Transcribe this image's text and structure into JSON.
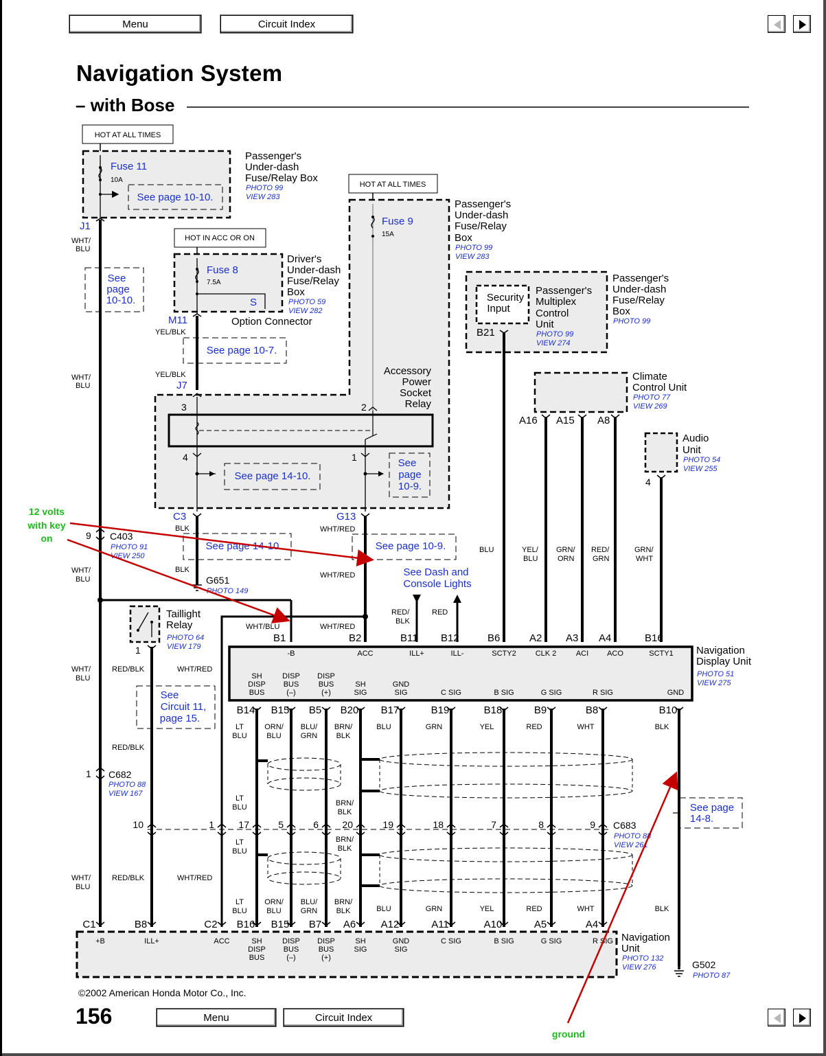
{
  "nav": {
    "menu_label": "Menu",
    "circuit_index_label": "Circuit Index",
    "prev_icon": "left-arrow-icon",
    "next_icon": "right-arrow-icon"
  },
  "title": "Navigation System",
  "subtitle": "with Bose",
  "page_number": "156",
  "copyright": "©2002 American Honda Motor Co., Inc.",
  "colors": {
    "link": "#1a2fcc",
    "annotation": "#1fb81f",
    "arrow": "#c40000",
    "box_fill": "#ececec"
  },
  "power_sources": {
    "hot1": "HOT AT ALL TIMES",
    "hot2": "HOT IN ACC OR ON",
    "hot3": "HOT AT ALL TIMES"
  },
  "fuse_boxes": {
    "fuse11": {
      "name": "Fuse 11",
      "rating": "10A",
      "see": "See page 10-10.",
      "l1": "Passenger's",
      "l2": "Under-dash",
      "l3": "Fuse/Relay Box",
      "photo": "PHOTO 99",
      "view": "VIEW 283"
    },
    "fuse8": {
      "name": "Fuse 8",
      "rating": "7.5A",
      "s": "S",
      "l1": "Driver's",
      "l2": "Under-dash",
      "l3": "Fuse/Relay",
      "l4": "Box",
      "photo": "PHOTO 59",
      "view": "VIEW 282",
      "option": "Option Connector"
    },
    "fuse9": {
      "name": "Fuse 9",
      "rating": "15A",
      "l1": "Passenger's",
      "l2": "Under-dash",
      "l3": "Fuse/Relay",
      "l4": "Box",
      "photo": "PHOTO 99",
      "view": "VIEW 283"
    }
  },
  "relay": {
    "l1": "Accessory",
    "l2": "Power",
    "l3": "Socket",
    "l4": "Relay",
    "p3": "3",
    "p2": "2",
    "p4": "4",
    "p1": "1",
    "see1": "See page 14-10.",
    "see2a": "See",
    "see2b": "page",
    "see2c": "10-9."
  },
  "connectors": {
    "J1": "J1",
    "M11": "M11",
    "J7": "J7",
    "C3": "C3",
    "G13": "G13",
    "C403": "C403",
    "C403_pin": "9",
    "C403_photo": "PHOTO 91",
    "C403_view": "VIEW 250",
    "G651": "G651",
    "G651_photo": "PHOTO 149",
    "C682": "C682",
    "C682_pin": "1",
    "C682_photo": "PHOTO 88",
    "C682_view": "VIEW 167",
    "C683": "C683",
    "C683_photo": "PHOTO 88",
    "C683_view": "VIEW 261",
    "G502": "G502",
    "G502_photo": "PHOTO 87"
  },
  "wire_colors": {
    "j1a": "WHT/",
    "j1b": "BLU",
    "yelblk": "YEL/BLK",
    "whtred": "WHT/RED",
    "blk": "BLK",
    "whtblu_a": "WHT/",
    "whtblu_b": "BLU",
    "whtblu": "WHT/BLU",
    "redblk": "RED/BLK"
  },
  "see_refs": {
    "s1010a": "See",
    "s1010b": "page",
    "s1010c": "10-10.",
    "s107": "See page 10-7.",
    "s1410": "See page 14-10.",
    "s109": "See page 10-9.",
    "dash1": "See Dash and",
    "dash2": "Console Lights",
    "c11a": "See",
    "c11b": "Circuit 11,",
    "c11c": "page 15.",
    "s148a": "See page",
    "s148b": "14-8."
  },
  "security": {
    "in1": "Security",
    "in2": "Input",
    "l1": "Passenger's",
    "l2": "Multiplex",
    "l3": "Control",
    "l4": "Unit",
    "photo": "PHOTO 99",
    "view": "VIEW 274",
    "pin": "B21",
    "r1": "Passenger's",
    "r2": "Under-dash",
    "r3": "Fuse/Relay",
    "r4": "Box",
    "rphoto": "PHOTO 99"
  },
  "climate": {
    "l1": "Climate",
    "l2": "Control Unit",
    "photo": "PHOTO 77",
    "view": "VIEW 269",
    "a16": "A16",
    "a15": "A15",
    "a8": "A8"
  },
  "audio": {
    "l1": "Audio",
    "l2": "Unit",
    "photo": "PHOTO 54",
    "view": "VIEW 255",
    "pin": "4"
  },
  "mid_wires": {
    "blu": "BLU",
    "yelblu_a": "YEL/",
    "yelblu_b": "BLU",
    "grnorn_a": "GRN/",
    "grnorn_b": "ORN",
    "redgrn_a": "RED/",
    "redgrn_b": "GRN",
    "grnwht_a": "GRN/",
    "grnwht_b": "WHT",
    "redblk_a": "RED/",
    "redblk_b": "BLK",
    "red": "RED"
  },
  "display_unit": {
    "l1": "Navigation",
    "l2": "Display Unit",
    "photo": "PHOTO 51",
    "view": "VIEW 275",
    "top_pins": [
      "B1",
      "B2",
      "B11",
      "B12",
      "B6",
      "A2",
      "A3",
      "A4",
      "B16"
    ],
    "top_labels": [
      "-B",
      "ACC",
      "ILL+",
      "ILL-",
      "SCTY2",
      "CLK 2",
      "ACI",
      "ACO",
      "SCTY1"
    ],
    "bottom_pins": [
      "B14",
      "B15",
      "B5",
      "B20",
      "B17",
      "B19",
      "B18",
      "B9",
      "B8",
      "B10"
    ],
    "bottom_labels": [
      [
        "SH",
        "DISP",
        "BUS"
      ],
      [
        "DISP",
        "BUS",
        "(–)"
      ],
      [
        "DISP",
        "BUS",
        "(+)"
      ],
      [
        "SH",
        "SIG"
      ],
      [
        "GND",
        "SIG"
      ],
      [
        "C SIG"
      ],
      [
        "B SIG"
      ],
      [
        "G SIG"
      ],
      [
        "R SIG"
      ],
      [
        "GND"
      ]
    ]
  },
  "harness": {
    "upper_colors": [
      [
        "LT",
        "BLU"
      ],
      [
        "ORN/",
        "BLU"
      ],
      [
        "BLU/",
        "GRN"
      ],
      [
        "BRN/",
        "BLK"
      ],
      [
        "BLU"
      ],
      [
        "GRN"
      ],
      [
        "YEL"
      ],
      [
        "RED"
      ],
      [
        "WHT"
      ],
      [
        "BLK"
      ]
    ],
    "mid_colors_a": [
      [
        "LT",
        "BLU"
      ],
      [
        "BRN/",
        "BLK"
      ]
    ],
    "c683_pins": [
      "10",
      "1",
      "17",
      "5",
      "6",
      "20",
      "19",
      "18",
      "7",
      "8",
      "9"
    ],
    "lower_mid_colors": [
      [
        "LT",
        "BLU"
      ],
      [
        "BRN/",
        "BLK"
      ]
    ],
    "lower_colors": [
      [
        "LT",
        "BLU"
      ],
      [
        "ORN/",
        "BLU"
      ],
      [
        "BLU/",
        "GRN"
      ],
      [
        "BRN/",
        "BLK"
      ],
      [
        "BLU"
      ],
      [
        "GRN"
      ],
      [
        "YEL"
      ],
      [
        "RED"
      ],
      [
        "WHT"
      ],
      [
        "BLK"
      ]
    ],
    "left_colors": [
      [
        "WHT/",
        "BLU"
      ],
      [
        "RED/BLK"
      ],
      [
        "WHT/RED"
      ]
    ],
    "taillight": {
      "l1": "Taillight",
      "l2": "Relay",
      "photo": "PHOTO 64",
      "view": "VIEW 179",
      "pin": "1"
    }
  },
  "nav_unit": {
    "l1": "Navigation",
    "l2": "Unit",
    "photo": "PHOTO 132",
    "view": "VIEW 276",
    "pins": [
      "C1",
      "B8",
      "C2",
      "B16",
      "B15",
      "B7",
      "A6",
      "A12",
      "A11",
      "A10",
      "A5",
      "A4"
    ],
    "labels": [
      [
        "+B"
      ],
      [
        "ILL+"
      ],
      [
        "ACC"
      ],
      [
        "SH",
        "DISP",
        "BUS"
      ],
      [
        "DISP",
        "BUS",
        "(–)"
      ],
      [
        "DISP",
        "BUS",
        "(+)"
      ],
      [
        "SH",
        "SIG"
      ],
      [
        "GND",
        "SIG"
      ],
      [
        "C SIG"
      ],
      [
        "B SIG"
      ],
      [
        "G SIG"
      ],
      [
        "R SIG"
      ]
    ]
  },
  "annotations": {
    "volts1": "12 volts",
    "volts2": "with key",
    "volts3": "on",
    "ground": "ground"
  }
}
